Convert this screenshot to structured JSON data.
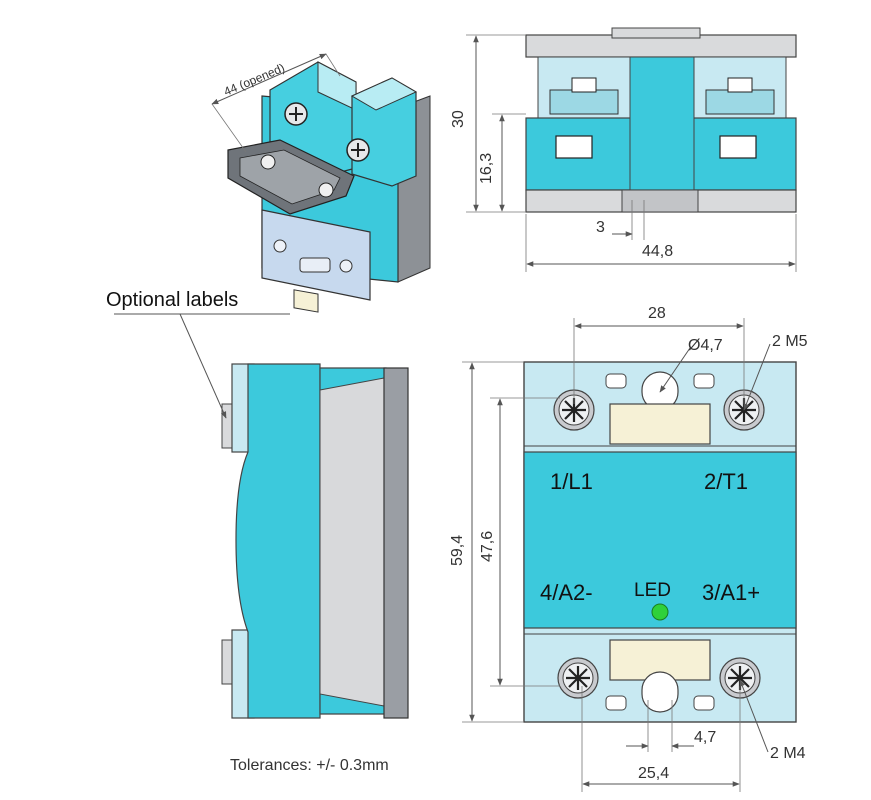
{
  "colors": {
    "body": "#3cc9dc",
    "body_dark": "#1f9fb3",
    "light_blue": "#c8e9f2",
    "grey": "#9a9ea4",
    "grey_light": "#d9dadc",
    "label_plate": "#f6f1d6",
    "led": "#2fd13a",
    "dim_line": "#555555"
  },
  "icons": [
    "screw-icon",
    "led-indicator-icon"
  ],
  "labels": {
    "opened_width": "44 (opened)",
    "optional_labels": "Optional labels",
    "tolerances": "Tolerances: +/- 0.3mm"
  },
  "front_view": {
    "height_total": "30",
    "height_inner": "16,3",
    "rail_offset": "3",
    "width": "44,8"
  },
  "top_view": {
    "mount_spacing": "28",
    "hole_diameter": "Ø4,7",
    "power_screws": "2 M5",
    "height_total": "59,4",
    "height_inner": "47,6",
    "terminal_tl": "1/L1",
    "terminal_tr": "2/T1",
    "terminal_bl": "4/A2-",
    "terminal_br": "3/A1+",
    "led": "LED",
    "slot_width": "4,7",
    "control_screw_spacing": "25,4",
    "control_screws": "2 M4"
  }
}
